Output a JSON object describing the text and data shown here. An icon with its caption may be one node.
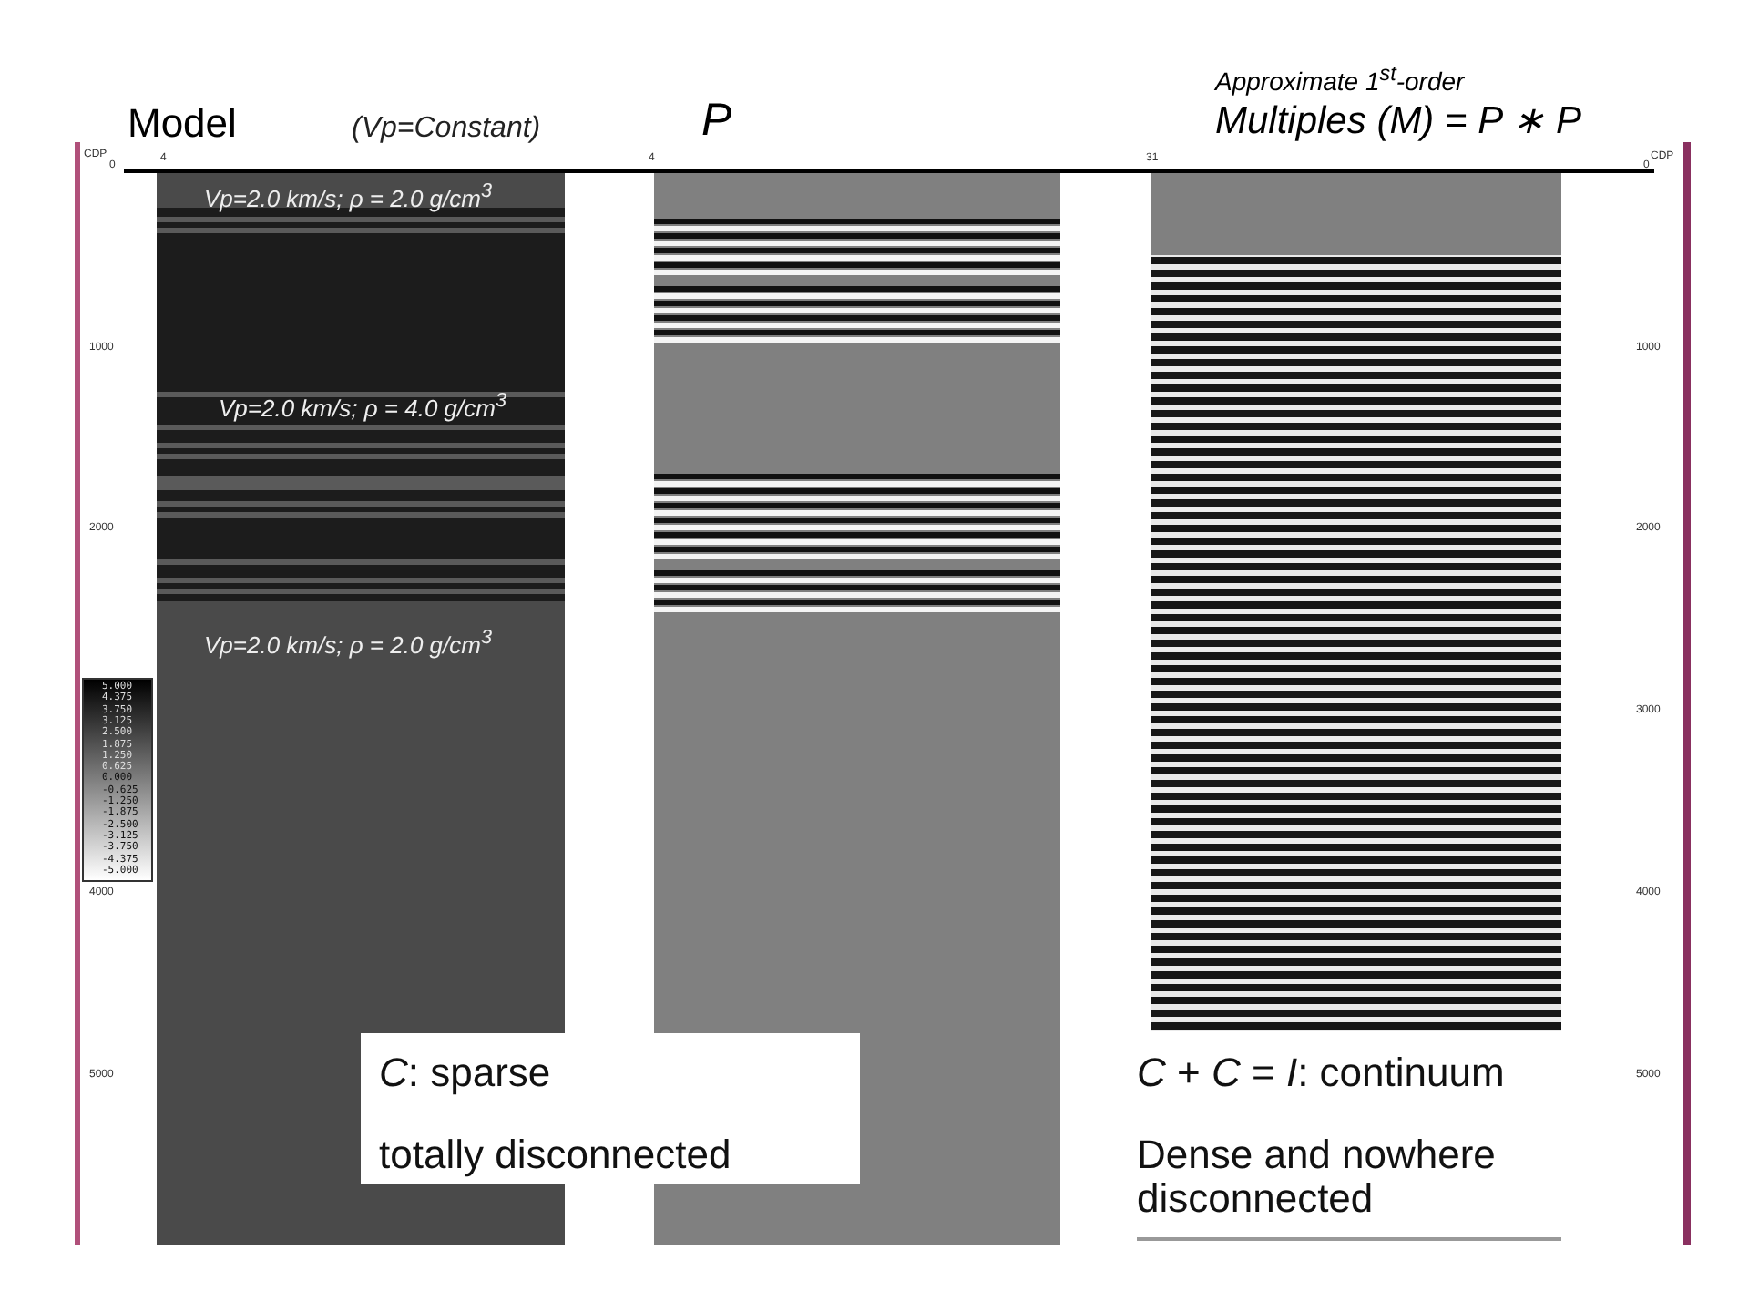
{
  "diagram": {
    "labels": [
      "Model",
      "(Vp=Constant)",
      "P",
      "Approximate 1$^{st}$-order",
      "Multiples (M) = P ∗ P",
      "CDP",
      "0",
      "4",
      "4",
      "31",
      "0",
      "CDP",
      "Vp=2.0 km/s; ρ = 2.0 g/cm$^{3}$",
      "Vp=2.0 km/s; ρ = 4.0 g/cm$^{3}$",
      "Vp=2.0 km/s; ρ = 2.0 g/cm$^{3}$",
      "1000",
      "2000",
      "4000",
      "5000",
      "1000",
      "2000",
      "3000",
      "4000",
      "5000",
      "5.000",
      "4.375",
      "3.750",
      "3.125",
      "2.500",
      "1.875",
      "1.250",
      "0.625",
      "0.000",
      "-0.625",
      "-1.250",
      "-1.875",
      "-2.500",
      "-3.125",
      "-3.750",
      "-4.375",
      "-5.000",
      "*C*: sparse",
      "totally disconnected",
      "*C* + *C* = *I*: continuum",
      "Dense and nowhere disconnected"
    ]
  }
}
